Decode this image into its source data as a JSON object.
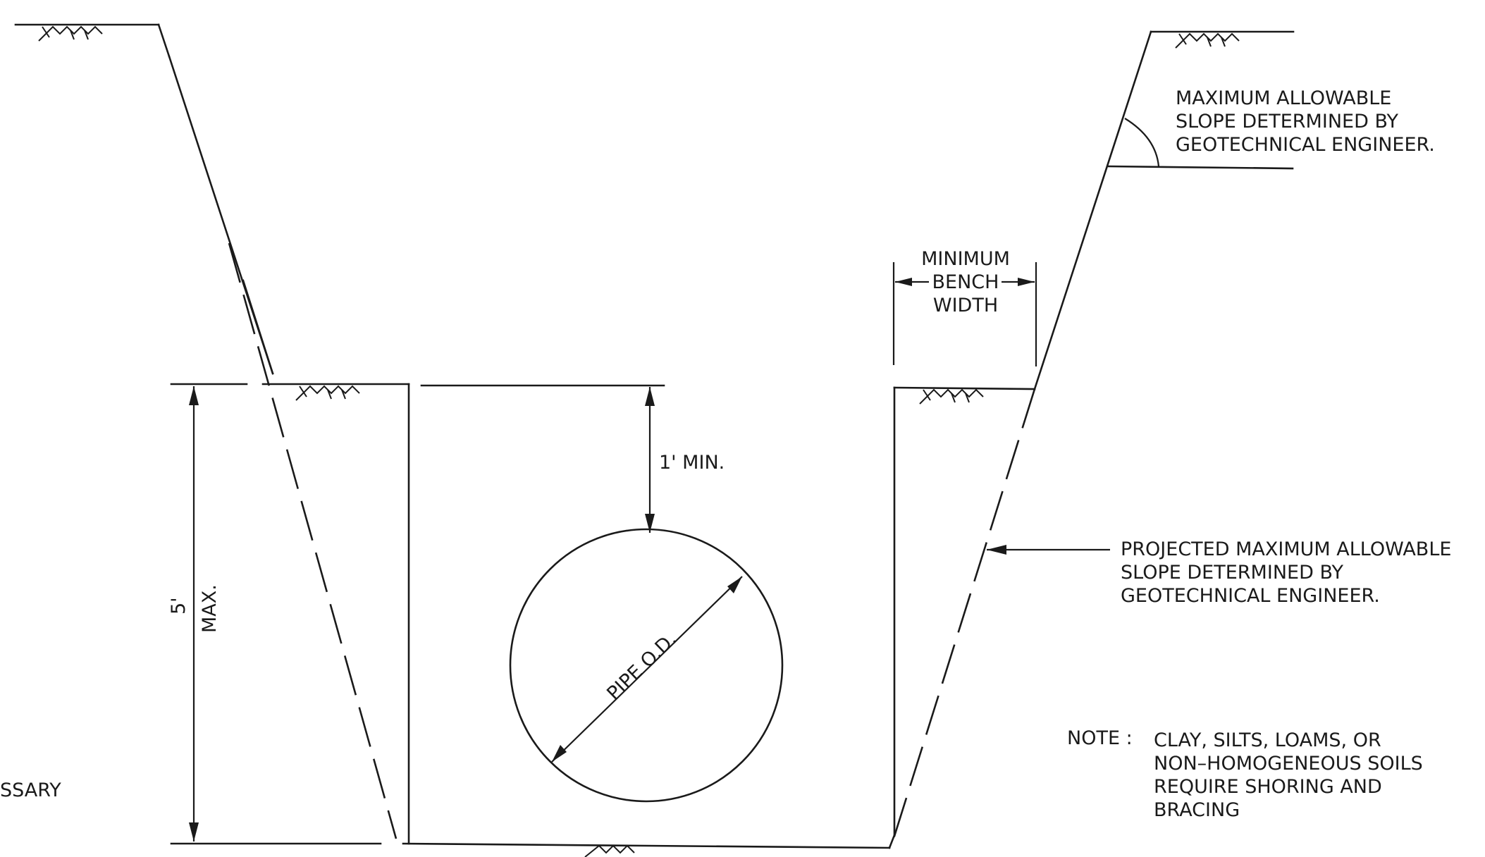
{
  "labels": {
    "max_slope": [
      "MAXIMUM  ALLOWABLE",
      "SLOPE  DETERMINED  BY",
      "GEOTECHNICAL  ENGINEER."
    ],
    "bench_top": "MINIMUM",
    "bench_mid": "BENCH",
    "bench_bottom": "WIDTH",
    "cover": "1'  MIN.",
    "height_value": "5'",
    "height_max": "MAX.",
    "pipe": "PIPE  O.D.",
    "projected_slope": [
      "PROJECTED  MAXIMUM  ALLOWABLE",
      "SLOPE  DETERMINED  BY",
      "GEOTECHNICAL  ENGINEER."
    ],
    "note_prefix": "NOTE :",
    "note_lines": [
      "CLAY,  SILTS,  LOAMS,  OR",
      "NON–HOMOGENEOUS  SOILS",
      "REQUIRE  SHORING  AND",
      "BRACING"
    ],
    "left_edge_text": "SSARY"
  }
}
